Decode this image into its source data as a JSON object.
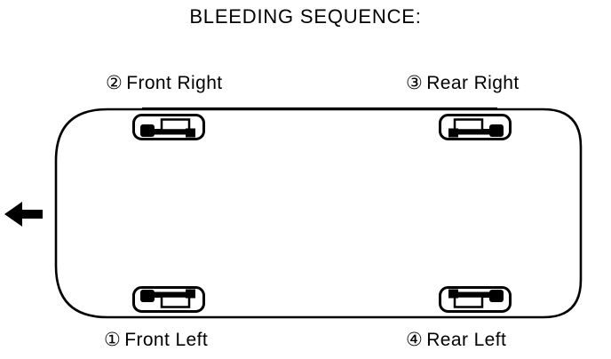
{
  "diagram": {
    "title": "BLEEDING SEQUENCE:",
    "labels": {
      "front_left": {
        "order": "①",
        "name": "Front Left"
      },
      "front_right": {
        "order": "②",
        "name": "Front Right"
      },
      "rear_right": {
        "order": "③",
        "name": "Rear Right"
      },
      "rear_left": {
        "order": "④",
        "name": "Rear Left"
      }
    },
    "icons": {
      "direction_arrow": "left-arrow",
      "wheel": "brake-caliper-top-view"
    },
    "colors": {
      "ink": "#000000",
      "paper": "#ffffff"
    }
  }
}
